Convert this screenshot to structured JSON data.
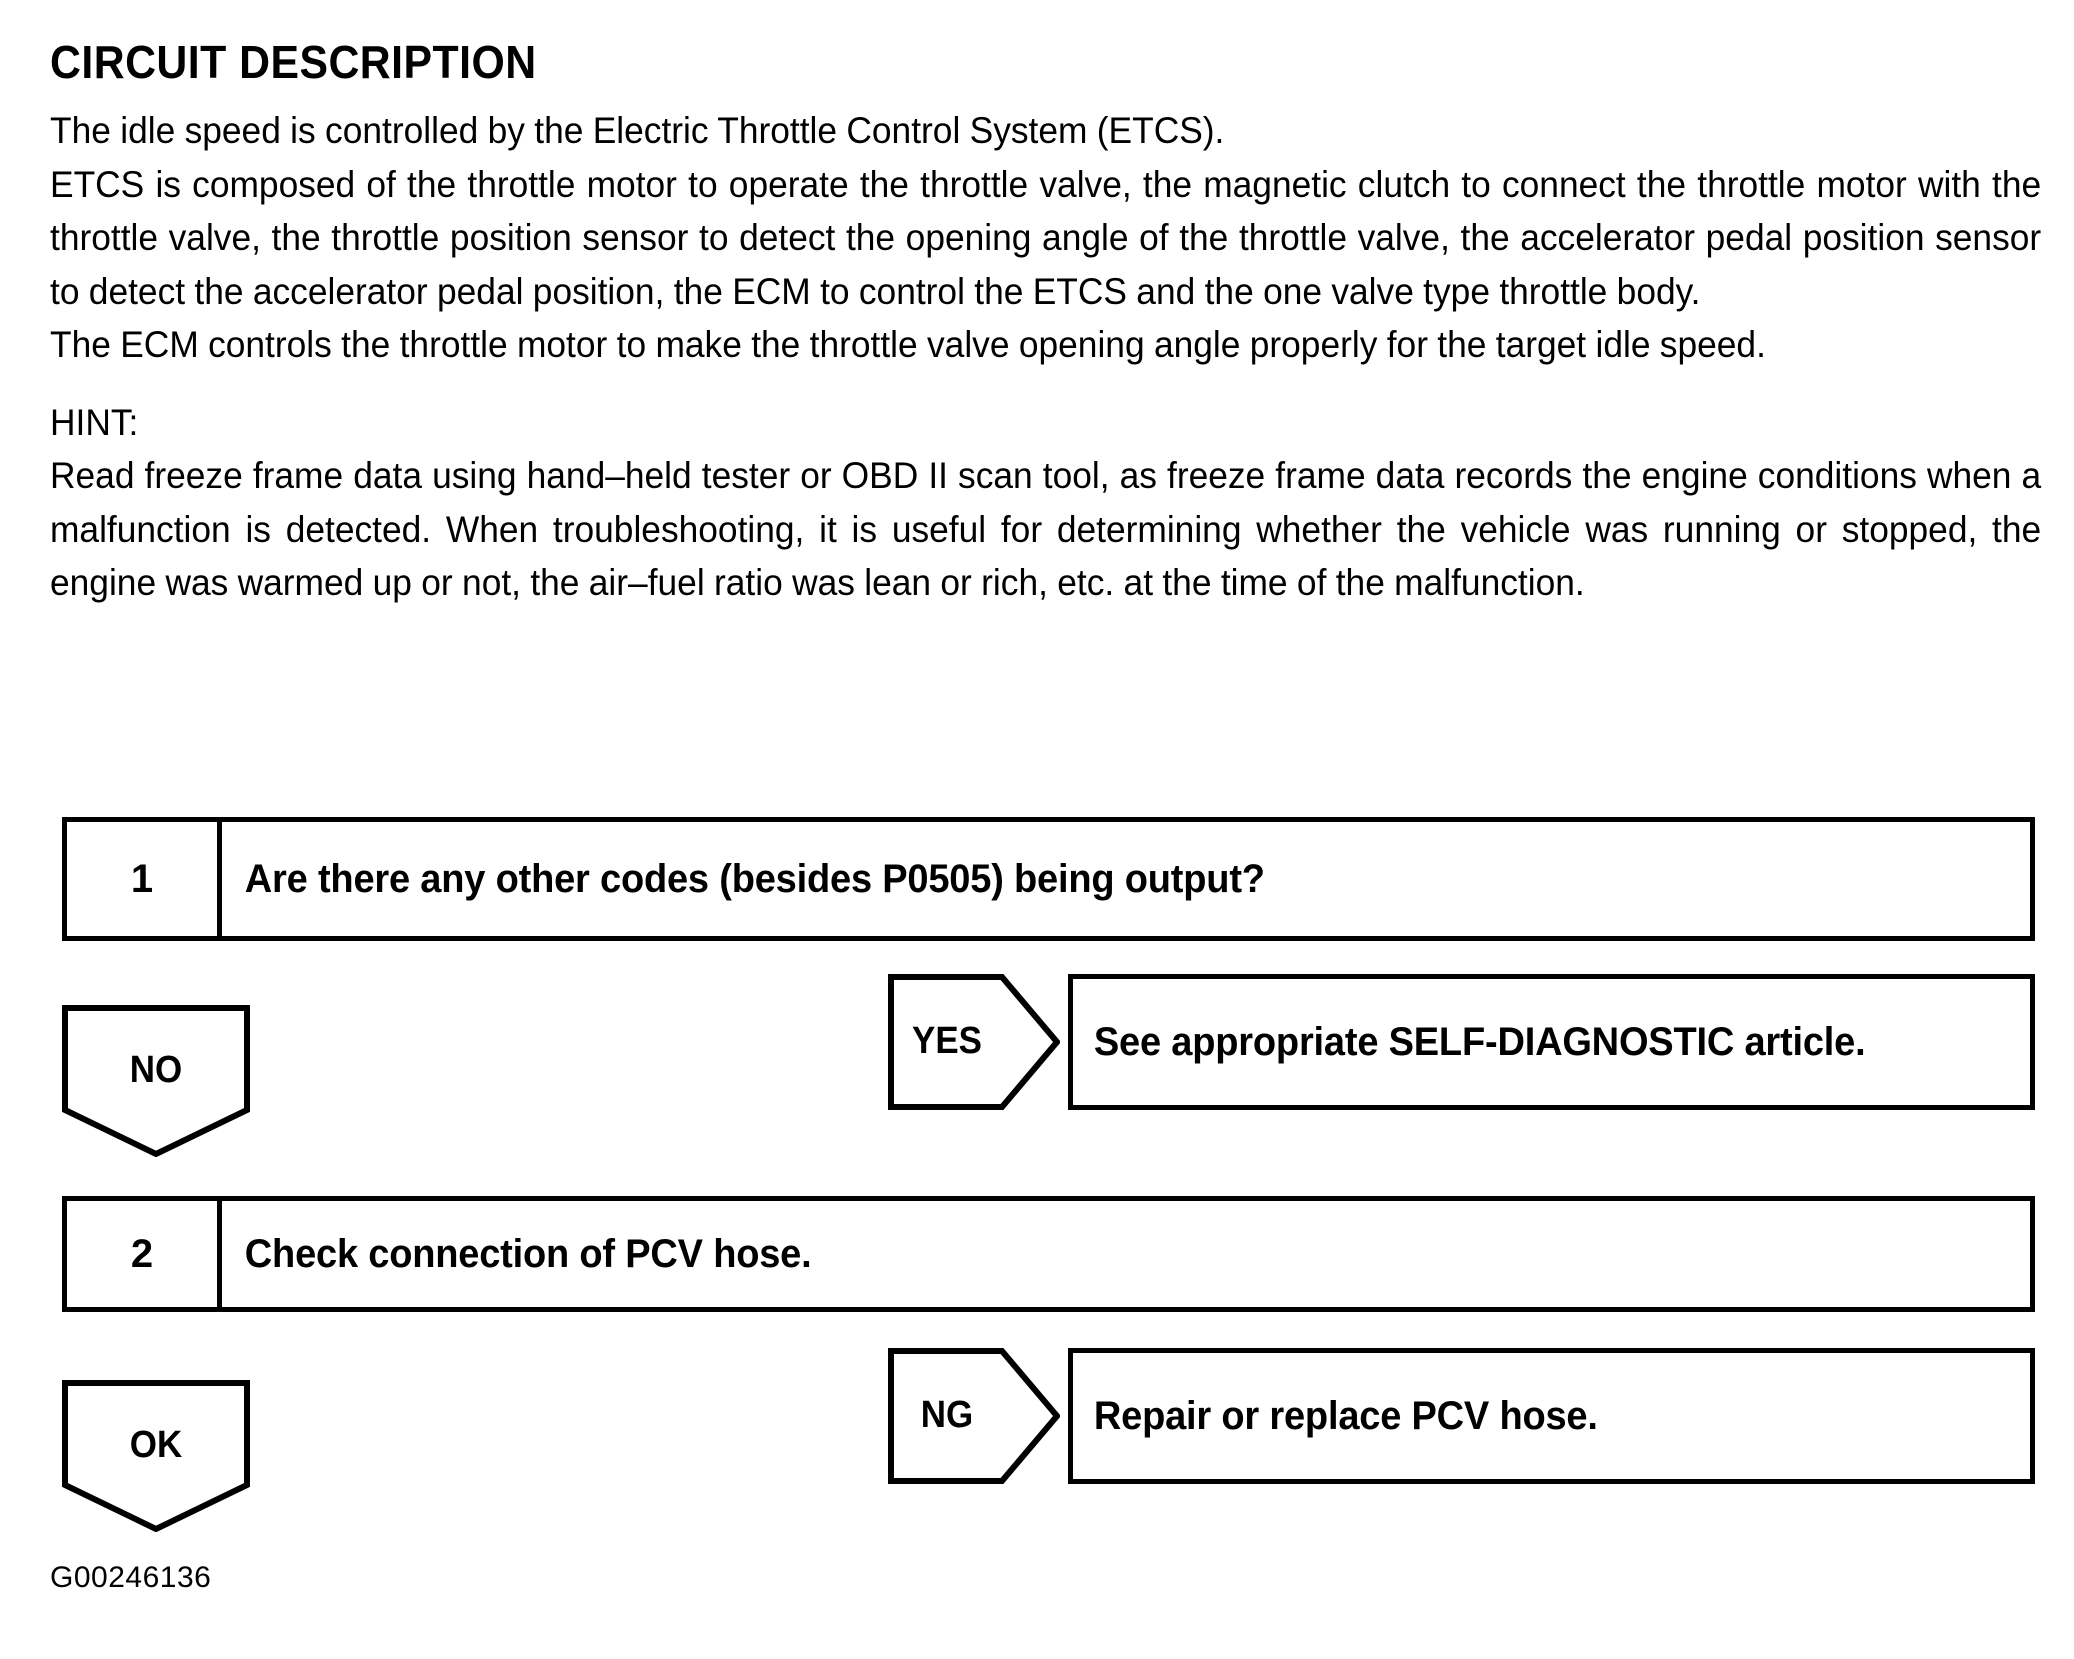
{
  "document": {
    "heading": "CIRCUIT DESCRIPTION",
    "paragraphs": [
      "The idle speed is controlled by the Electric Throttle Control System (ETCS).",
      "ETCS is composed of the throttle motor to operate the throttle valve, the magnetic clutch to connect the throttle motor with the throttle valve, the throttle position sensor to detect the opening angle of the throttle valve, the accelerator pedal position sensor to detect the accelerator pedal position, the ECM to control the ETCS and the one valve type throttle body.",
      "The ECM controls the throttle motor to make the throttle valve opening angle properly for the target idle speed."
    ],
    "hint_label": "HINT:",
    "hint_text": "Read freeze frame data using hand–held tester or OBD II scan tool, as freeze frame data records the engine conditions when a malfunction is detected. When troubleshooting, it is useful for determining whether the vehicle was running or stopped, the engine was warmed up or not, the air–fuel ratio was lean or rich, etc. at the time of the malfunction.",
    "figure_code": "G00246136"
  },
  "flowchart": {
    "steps": [
      {
        "number": "1",
        "question": "Are there any other codes (besides P0505) being output?",
        "branch_down_label": "NO",
        "branch_side_label": "YES",
        "branch_side_result": "See appropriate SELF-DIAGNOSTIC article."
      },
      {
        "number": "2",
        "question": "Check connection of PCV hose.",
        "branch_down_label": "OK",
        "branch_side_label": "NG",
        "branch_side_result": "Repair or replace PCV hose."
      }
    ]
  },
  "colors": {
    "ink": "#000000",
    "paper": "#ffffff"
  }
}
